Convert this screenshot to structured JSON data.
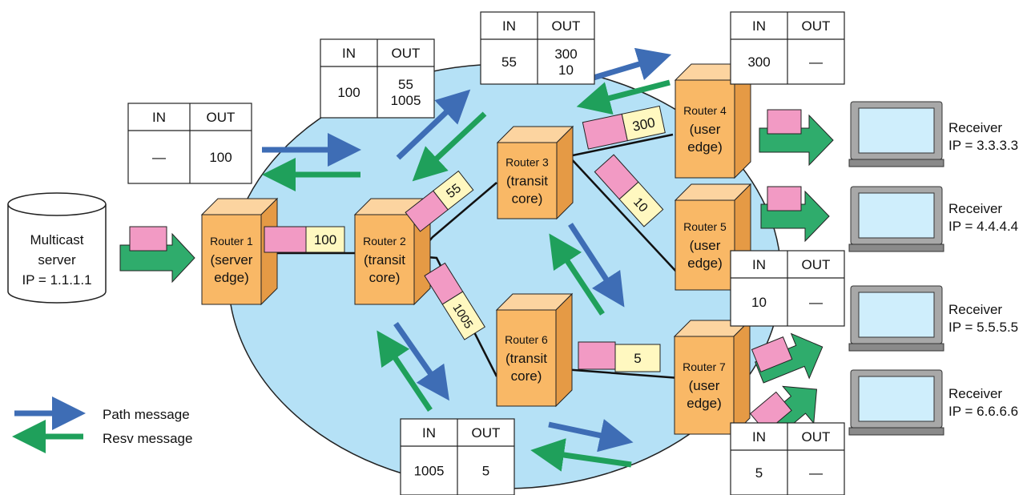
{
  "server": {
    "label_line1": "Multicast",
    "label_line2": "server",
    "ip": "IP = 1.1.1.1"
  },
  "routers": [
    {
      "id": "r1",
      "name": "Router 1",
      "role_line1": "(server",
      "role_line2": "edge)"
    },
    {
      "id": "r2",
      "name": "Router 2",
      "role_line1": "(transit",
      "role_line2": "core)"
    },
    {
      "id": "r3",
      "name": "Router 3",
      "role_line1": "(transit",
      "role_line2": "core)"
    },
    {
      "id": "r4",
      "name": "Router 4",
      "role_line1": "(user",
      "role_line2": "edge)"
    },
    {
      "id": "r5",
      "name": "Router 5",
      "role_line1": "(user",
      "role_line2": "edge)"
    },
    {
      "id": "r6",
      "name": "Router 6",
      "role_line1": "(transit",
      "role_line2": "core)"
    },
    {
      "id": "r7",
      "name": "Router 7",
      "role_line1": "(user",
      "role_line2": "edge)"
    }
  ],
  "receivers": [
    {
      "label": "Receiver",
      "ip": "IP = 3.3.3.3"
    },
    {
      "label": "Receiver",
      "ip": "IP = 4.4.4.4"
    },
    {
      "label": "Receiver",
      "ip": "IP = 5.5.5.5"
    },
    {
      "label": "Receiver",
      "ip": "IP = 6.6.6.6"
    }
  ],
  "label_tables": {
    "header_in": "IN",
    "header_out": "OUT",
    "router1": {
      "in": "—",
      "out": [
        "100"
      ]
    },
    "router2": {
      "in": "100",
      "out": [
        "55",
        "1005"
      ]
    },
    "router3": {
      "in": "55",
      "out": [
        "300",
        "10"
      ]
    },
    "router4": {
      "in": "300",
      "out": [
        "—"
      ]
    },
    "router5": {
      "in": "10",
      "out": [
        "—"
      ]
    },
    "router6": {
      "in": "1005",
      "out": [
        "5"
      ]
    },
    "router7": {
      "in": "5",
      "out": [
        "—"
      ]
    }
  },
  "link_labels": {
    "r1_r2": "100",
    "r2_r3": "55",
    "r2_r6": "1005",
    "r3_r4": "300",
    "r3_r5": "10",
    "r6_r7": "5"
  },
  "legend": {
    "path": "Path message",
    "resv": "Resv message"
  },
  "colors": {
    "cloud": "#b5e1f6",
    "router_front": "#f9b866",
    "router_side": "#e59a45",
    "router_top": "#fcd4a0",
    "packet_pink": "#f29ac4",
    "label_yellow": "#fff8c0",
    "path_arrow": "#3e6db5",
    "resv_arrow": "#1fa05b",
    "flow_arrow": "#2fac6c",
    "screen": "#cfeefc",
    "monitor": "#a8a8a8"
  }
}
